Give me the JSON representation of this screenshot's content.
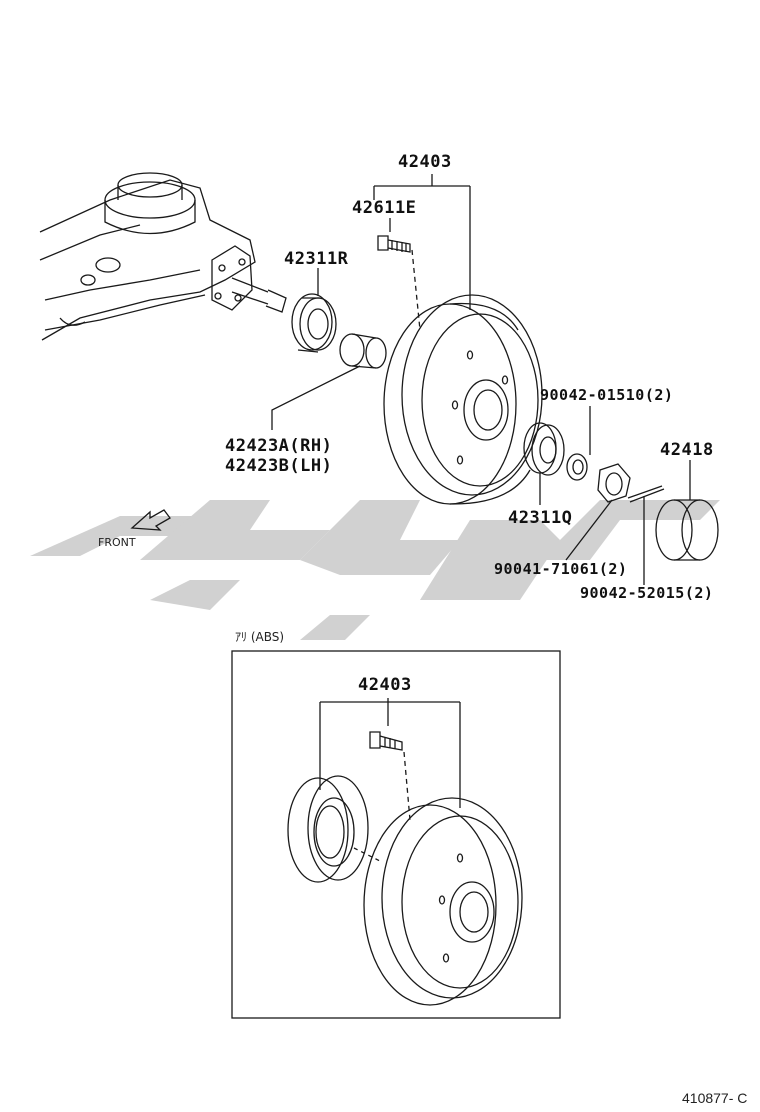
{
  "labels": {
    "p42403_top": "42403",
    "p42611E": "42611E",
    "p42311R": "42311R",
    "p42423A": "42423A(RH)",
    "p42423B": "42423B(LH)",
    "p90042_01510": "90042-01510(2)",
    "p42418": "42418",
    "p42311Q": "42311Q",
    "p90041_71061": "90041-71061(2)",
    "p90042_52015": "90042-52015(2)",
    "p42403_inset": "42403"
  },
  "front_label": "FRONT",
  "inset_title": "ｱﾘ (ABS)",
  "figure_id": "410877- C",
  "colors": {
    "line": "#1a1a1a",
    "watermark": "#c8c8c8"
  }
}
